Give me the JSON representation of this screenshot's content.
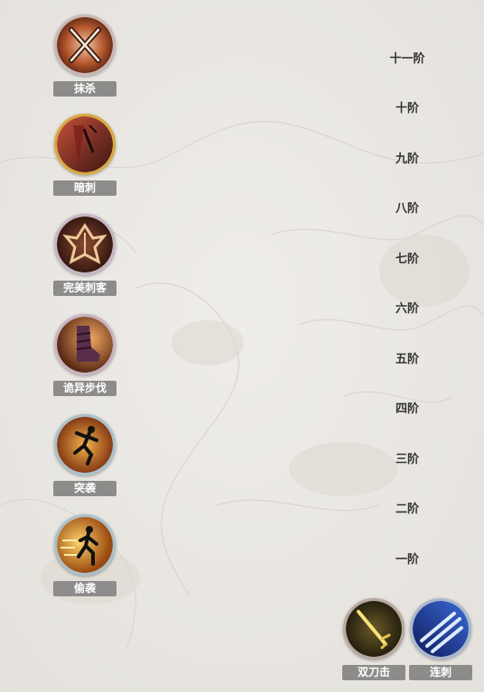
{
  "left_skills": [
    {
      "label": "抹杀",
      "icon": "crossed-blades-icon"
    },
    {
      "label": "暗刺",
      "icon": "dagger-icon"
    },
    {
      "label": "完美刺客",
      "icon": "assassin-emblem-icon"
    },
    {
      "label": "诡异步伐",
      "icon": "boot-icon"
    },
    {
      "label": "突袭",
      "icon": "leaping-figure-icon"
    },
    {
      "label": "偷袭",
      "icon": "running-figure-icon"
    }
  ],
  "tiers": [
    "十一阶",
    "十阶",
    "九阶",
    "八阶",
    "七阶",
    "六阶",
    "五阶",
    "四阶",
    "三阶",
    "二阶",
    "一阶"
  ],
  "bottom_skills": [
    {
      "label": "双刀击",
      "icon": "golden-sword-icon"
    },
    {
      "label": "连刺",
      "icon": "blue-slash-icon"
    }
  ]
}
